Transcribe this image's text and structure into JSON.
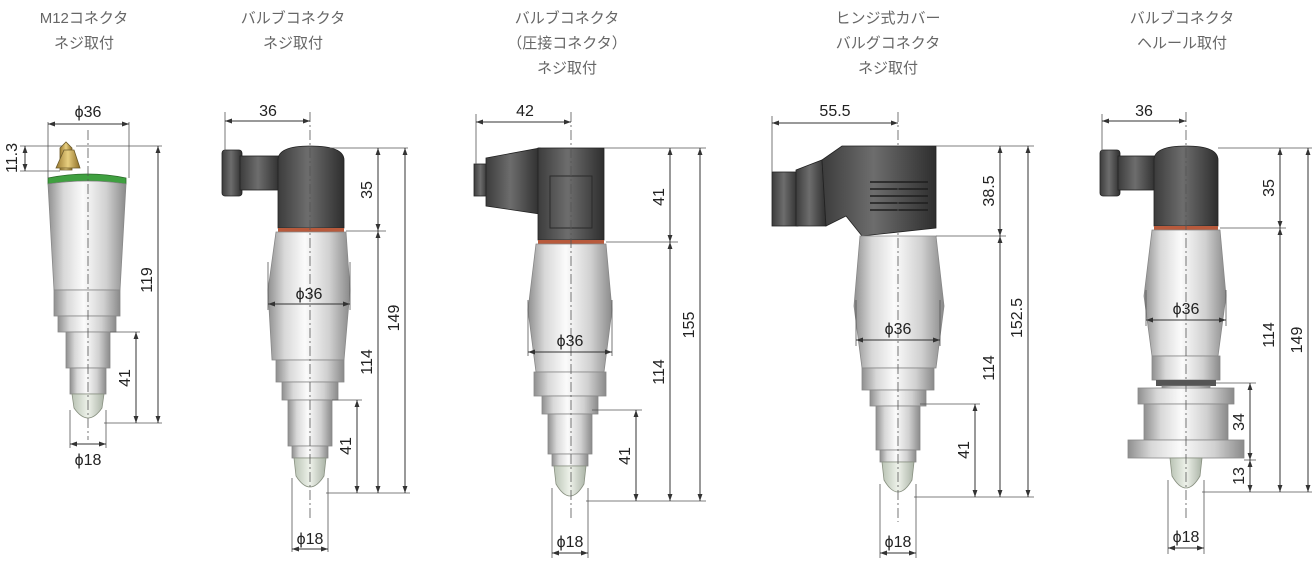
{
  "products": [
    {
      "caption": [
        "M12コネクタ",
        "ネジ取付"
      ],
      "dimensions": {
        "top_dia": "ϕ36",
        "connector": "11.3",
        "total": "119",
        "lower": "41",
        "tip_dia": "ϕ18"
      }
    },
    {
      "caption": [
        "バルブコネクタ",
        "ネジ取付"
      ],
      "dimensions": {
        "offset": "36",
        "head": "35",
        "body_dia": "ϕ36",
        "total": "149",
        "body": "114",
        "lower": "41",
        "tip_dia": "ϕ18"
      }
    },
    {
      "caption": [
        "バルブコネクタ",
        "（圧接コネクタ）",
        "ネジ取付"
      ],
      "dimensions": {
        "offset": "42",
        "head": "41",
        "total": "155",
        "body_dia": "ϕ36",
        "body": "114",
        "lower": "41",
        "tip_dia": "ϕ18"
      }
    },
    {
      "caption": [
        "ヒンジ式カバー",
        "バルグコネクタ",
        "ネジ取付"
      ],
      "dimensions": {
        "offset": "55.5",
        "head": "38.5",
        "total": "152.5",
        "body_dia": "ϕ36",
        "body": "114",
        "lower": "41",
        "tip_dia": "ϕ18"
      }
    },
    {
      "caption": [
        "バルブコネクタ",
        "ヘルール取付"
      ],
      "dimensions": {
        "offset": "36",
        "head": "35",
        "body_dia": "ϕ36",
        "body": "114",
        "total": "149",
        "ferrule": "34",
        "tip": "13",
        "tip_dia": "ϕ18"
      }
    }
  ]
}
